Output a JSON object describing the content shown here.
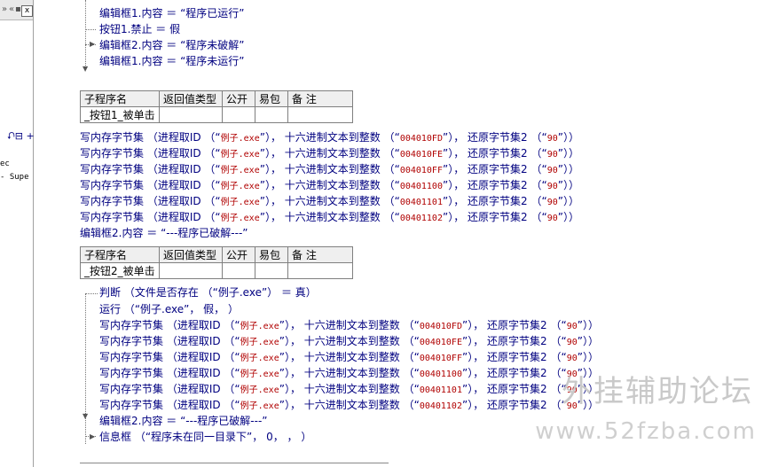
{
  "left_panel": {
    "toolbar_labels": [
      "»",
      "«",
      "▪"
    ],
    "close_label": "x",
    "tree_fragments": [
      "ec",
      "- Supe"
    ]
  },
  "code_block_1": {
    "lines": [
      {
        "t": "编辑框1.内容 ＝ “程序已运行”"
      },
      {
        "t": "按钮1.禁止 ＝ 假"
      },
      {
        "t": "编辑框2.内容 ＝ “程序未破解”"
      },
      {
        "t": "编辑框1.内容 ＝ “程序未运行”"
      }
    ]
  },
  "sub_table_headers": [
    "子程序名",
    "返回值类型",
    "公开",
    "易包",
    "备 注"
  ],
  "sub1": {
    "name": "_按钮1_被单击",
    "writes": [
      {
        "pre": "写内存字节集 （进程取ID （“",
        "exe": "例子.exe",
        "mid": "”）， 十六进制文本到整数 （“",
        "addr": "004010FD",
        "post": "”）， 还原字节集2 （“",
        "val": "90",
        "end": "”））"
      },
      {
        "pre": "写内存字节集 （进程取ID （“",
        "exe": "例子.exe",
        "mid": "”）， 十六进制文本到整数 （“",
        "addr": "004010FE",
        "post": "”）， 还原字节集2 （“",
        "val": "90",
        "end": "”））"
      },
      {
        "pre": "写内存字节集 （进程取ID （“",
        "exe": "例子.exe",
        "mid": "”）， 十六进制文本到整数 （“",
        "addr": "004010FF",
        "post": "”）， 还原字节集2 （“",
        "val": "90",
        "end": "”））"
      },
      {
        "pre": "写内存字节集 （进程取ID （“",
        "exe": "例子.exe",
        "mid": "”）， 十六进制文本到整数 （“",
        "addr": "00401100",
        "post": "”）， 还原字节集2 （“",
        "val": "90",
        "end": "”））"
      },
      {
        "pre": "写内存字节集 （进程取ID （“",
        "exe": "例子.exe",
        "mid": "”）， 十六进制文本到整数 （“",
        "addr": "00401101",
        "post": "”）， 还原字节集2 （“",
        "val": "90",
        "end": "”））"
      },
      {
        "pre": "写内存字节集 （进程取ID （“",
        "exe": "例子.exe",
        "mid": "”）， 十六进制文本到整数 （“",
        "addr": "00401102",
        "post": "”）， 还原字节集2 （“",
        "val": "90",
        "end": "”））"
      }
    ],
    "tail": "编辑框2.内容 ＝ “---程序已破解---”"
  },
  "sub2": {
    "name": "_按钮2_被单击",
    "judge": "判断 （文件是否存在 （“例子.exe”） ＝ 真）",
    "run": "运行 （“例子.exe”， 假， ）",
    "writes_addr": [
      "004010FD",
      "004010FE",
      "004010FF",
      "00401100",
      "00401101",
      "00401102"
    ],
    "tail": "编辑框2.内容 ＝ “---程序已破解---”",
    "msgbox": "信息框 （“程序未在同一目录下”， 0， ， ）"
  },
  "breakpoint_marker": "⮏⊟ +",
  "watermark": {
    "text": "外挂辅助论坛",
    "url": "www.52fzba.com"
  },
  "colors": {
    "keyword": "#000080",
    "string": "#0000ff",
    "number": "#b00000"
  }
}
